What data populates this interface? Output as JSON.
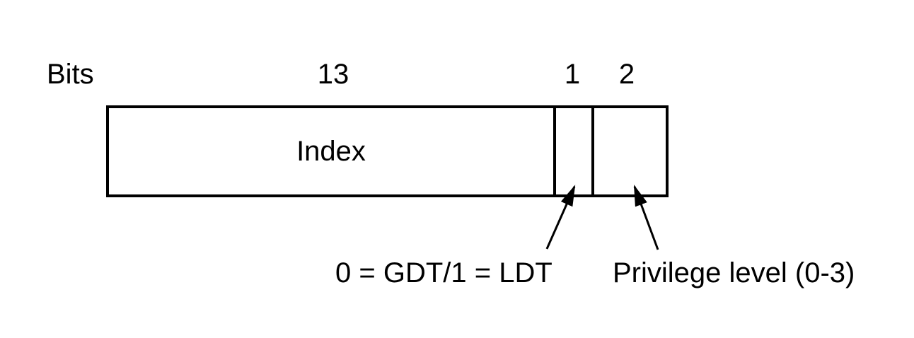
{
  "figure": {
    "bits_label": "Bits"
  },
  "selector": {
    "fields": [
      {
        "name": "index",
        "bits": "13",
        "label": "Index"
      },
      {
        "name": "table-indicator",
        "bits": "1",
        "label": ""
      },
      {
        "name": "privilege-level",
        "bits": "2",
        "label": ""
      }
    ]
  },
  "annotations": {
    "table_indicator": "0 = GDT/1 = LDT",
    "privilege_level": "Privilege level (0-3)"
  },
  "colors": {
    "background": "#ffffff",
    "line": "#000000",
    "text": "#000000"
  }
}
